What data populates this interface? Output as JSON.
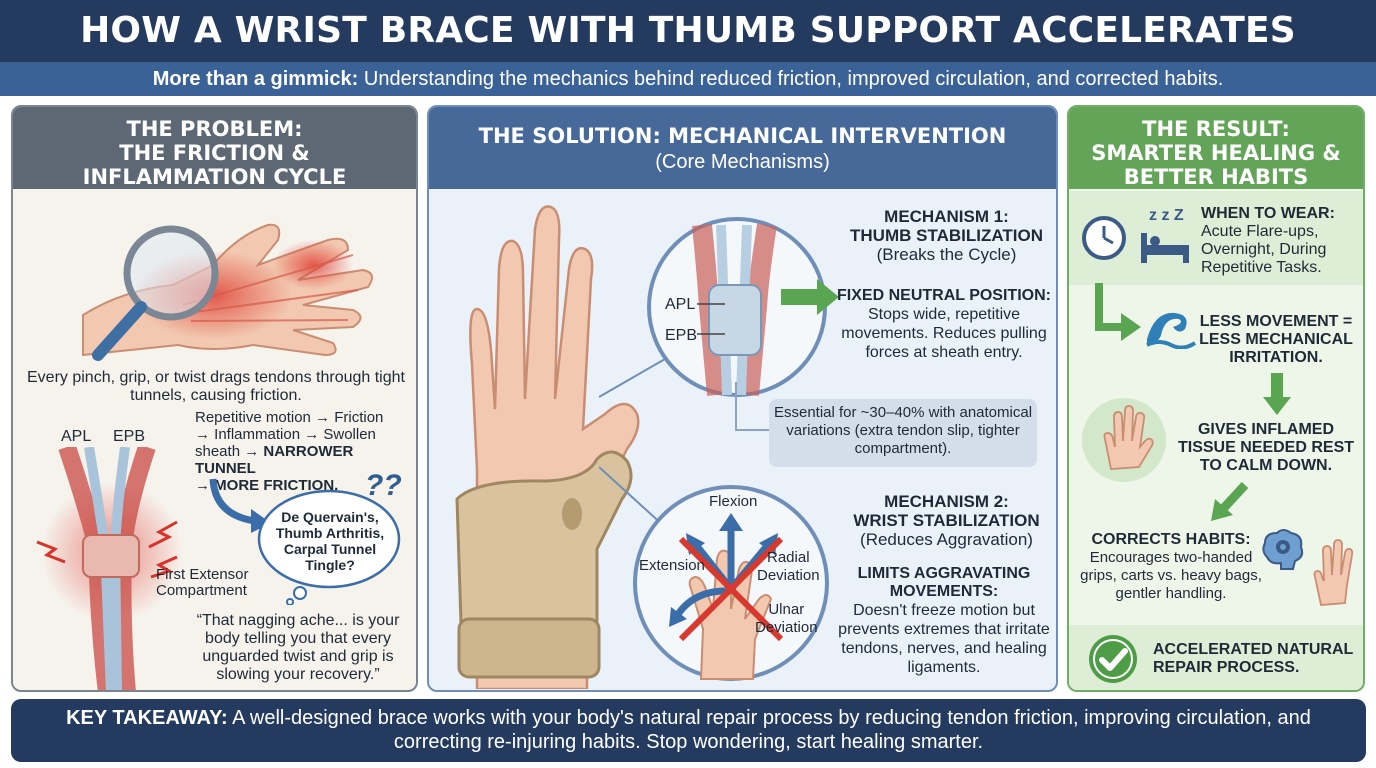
{
  "header": {
    "title": "HOW A WRIST BRACE WITH THUMB SUPPORT ACCELERATES HEALING",
    "subtitle_bold": "More than a gimmick:",
    "subtitle_rest": " Understanding the mechanics behind reduced friction, improved circulation, and corrected habits."
  },
  "problem": {
    "title_line1": "THE PROBLEM:",
    "title_line2": "THE FRICTION &",
    "title_line3": "INFLAMMATION CYCLE",
    "intro": "Every pinch, grip, or twist drags tendons through tight tunnels, causing friction.",
    "label_apl": "APL",
    "label_epb": "EPB",
    "cycle_line1": "Repetitive motion → Friction",
    "cycle_line2": "→ Inflammation → Swollen",
    "cycle_line3a": "sheath ",
    "cycle_line3b": "→ NARROWER TUNNEL",
    "cycle_line4": "→ MORE FRICTION.",
    "bubble": "De Quervain's, Thumb Arthritis, Carpal Tunnel Tingle?",
    "bubble_marks": "??",
    "compartment_line1": "First Extensor",
    "compartment_line2": "Compartment",
    "quote": "“That nagging ache... is your body telling you that every unguarded twist and grip is slowing your recovery.”"
  },
  "solution": {
    "title": "THE SOLUTION: MECHANICAL INTERVENTION",
    "subtitle": "(Core Mechanisms)",
    "label_apl": "APL",
    "label_epb": "EPB",
    "mech1_title_line1": "MECHANISM 1:",
    "mech1_title_line2": "THUMB STABILIZATION",
    "mech1_sub": "(Breaks the Cycle)",
    "mech1_point_title": "FIXED NEUTRAL POSITION:",
    "mech1_point_text": "Stops wide, repetitive movements. Reduces pulling forces at sheath entry.",
    "callout": "Essential for ~30–40% with anatomical variations (extra tendon slip, tighter compartment).",
    "motion_flexion": "Flexion",
    "motion_extension": "Extension",
    "motion_radial_line1": "Radial",
    "motion_radial_line2": "Deviation",
    "motion_ulnar_line1": "Ulnar",
    "motion_ulnar_line2": "Deviation",
    "mech2_title_line1": "MECHANISM 2:",
    "mech2_title_line2": "WRIST STABILIZATION",
    "mech2_sub": "(Reduces Aggravation)",
    "mech2_point_title": "LIMITS AGGRAVATING MOVEMENTS:",
    "mech2_point_text": "Doesn't freeze motion but prevents extremes that irritate tendons, nerves, and healing ligaments."
  },
  "result": {
    "title_line1": "THE RESULT:",
    "title_line2": "SMARTER HEALING &",
    "title_line3": "BETTER HABITS",
    "when_title": "WHEN TO WEAR:",
    "when_text": "Acute Flare-ups, Overnight, During Repetitive Tasks.",
    "zzz": "z z Z",
    "less_movement": "LESS MOVEMENT = LESS MECHANICAL IRRITATION.",
    "rest": "GIVES INFLAMED TISSUE NEEDED REST TO CALM DOWN.",
    "habits_title": "CORRECTS HABITS:",
    "habits_text": "Encourages two-handed grips, carts vs. heavy bags, gentler handling.",
    "accelerated": "ACCELERATED NATURAL REPAIR PROCESS."
  },
  "footer": {
    "bold": "KEY TAKEAWAY:",
    "text": " A well-designed brace works with your body's natural repair process by reducing tendon friction, improving circulation, and correcting re-injuring habits. Stop wondering, start healing smarter."
  },
  "colors": {
    "navy": "#243b5f",
    "blue_bar": "#3b6296",
    "gray_header": "#5d6874",
    "blue_header": "#46699a",
    "green_header": "#63a459",
    "inflamed_red": "#e0453a",
    "brace_beige": "#d8c39e",
    "arrow_green": "#5aa552"
  },
  "icons": [
    "magnifier-icon",
    "clock-icon",
    "sleep-bed-icon",
    "wave-icon",
    "open-palm-icon",
    "brain-gear-icon",
    "checkmark-icon",
    "lightning-pain-icon"
  ]
}
